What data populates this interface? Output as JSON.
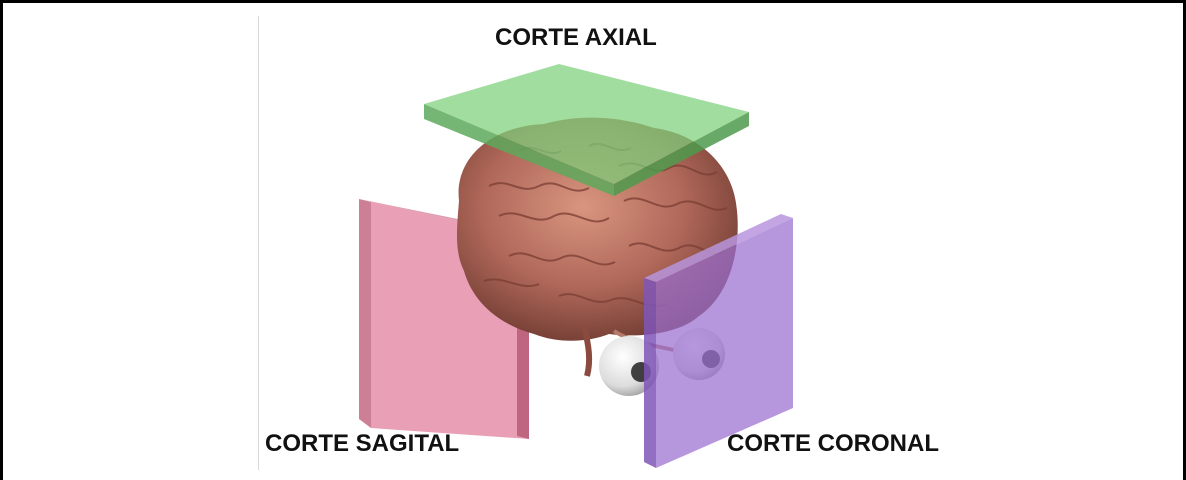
{
  "labels": {
    "axial": "CORTE AXIAL",
    "sagital": "CORTE SAGITAL",
    "coronal": "CORTE CORONAL"
  },
  "colors": {
    "axial_plane": "#7dd07a",
    "sagital_plane": "#e07a98",
    "coronal_plane": "#9a6fd0",
    "brain": "#b0685a",
    "background": "#ffffff"
  },
  "illustration": {
    "subject": "brain-with-eyes",
    "planes": [
      "axial",
      "sagital",
      "coronal"
    ]
  }
}
